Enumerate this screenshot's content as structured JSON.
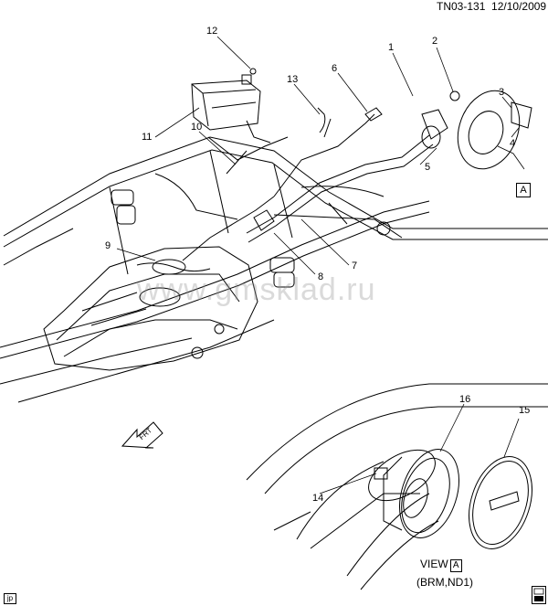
{
  "header": {
    "code": "TN03-131",
    "date": "12/10/2009"
  },
  "watermark": "www.gmsklad.ru",
  "callouts": [
    "1",
    "2",
    "3",
    "4",
    "5",
    "6",
    "7",
    "8",
    "9",
    "10",
    "11",
    "12",
    "13",
    "14",
    "15",
    "16"
  ],
  "view": {
    "letter": "A",
    "label_prefix": "VIEW",
    "sub": "(BRM,ND1)",
    "box_letter": "A"
  },
  "front_arrow": {
    "label": "FRT"
  },
  "corner_left": "jp",
  "corner_right_icon": "stamp-icon",
  "colors": {
    "line": "#000000",
    "watermark": "#a0a0a0"
  }
}
